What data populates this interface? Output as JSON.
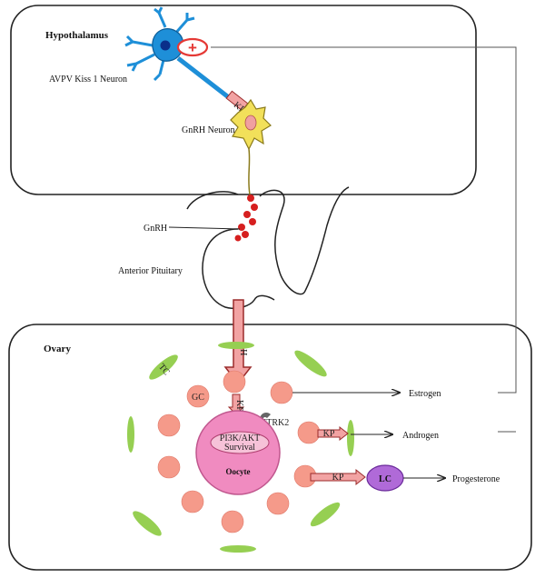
{
  "panels": {
    "hypothalamus": "Hypothalamus",
    "ovary": "Ovary"
  },
  "labels": {
    "kiss_neuron": "AVPV Kiss 1 Neuron",
    "gnrh_neuron": "GnRH Neuron",
    "gnrh": "GnRH",
    "anterior_pituitary": "Anterior Pituitary",
    "lh": "LH",
    "gc": "GC",
    "tc": "TC",
    "ntrk2": "NTRK2",
    "pathway_line1": "PI3K/AKT",
    "pathway_line2": "Survival",
    "oocyte": "Oocyte",
    "kp_neuron": "KP",
    "kp_oocyte": "KP",
    "kp_androgen": "KP",
    "kp_lc": "KP",
    "lc": "LC",
    "estrogen": "Estrogen",
    "androgen": "Androgen",
    "progesterone": "Progesterone",
    "feedback_sign": "+"
  },
  "colors": {
    "kiss_neuron": "#1e8fd8",
    "gnrh_neuron": "#f2e05a",
    "gnrh_granule": "#d61f1f",
    "lh_arrow": "#f2a3a3",
    "granulosa": "#f59a8a",
    "theca": "#96cf52",
    "oocyte": "#f08bc0",
    "lutein": "#b06ad8",
    "feedback": "#e53935"
  }
}
